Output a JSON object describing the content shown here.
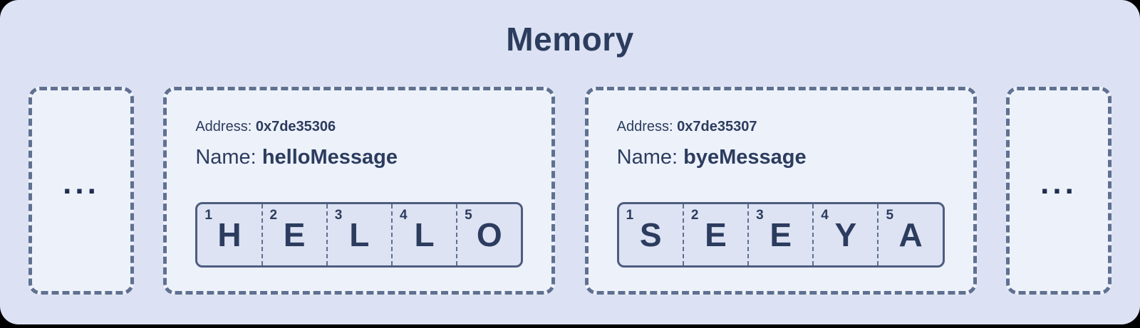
{
  "title": "Memory",
  "ellipsis": {
    "left": "...",
    "right": "..."
  },
  "blocks": [
    {
      "address_label": "Address:",
      "address_value": "0x7de35306",
      "name_label": "Name:",
      "name_value": "helloMessage",
      "cells": [
        {
          "index": "1",
          "char": "H"
        },
        {
          "index": "2",
          "char": "E"
        },
        {
          "index": "3",
          "char": "L"
        },
        {
          "index": "4",
          "char": "L"
        },
        {
          "index": "5",
          "char": "O"
        }
      ]
    },
    {
      "address_label": "Address:",
      "address_value": "0x7de35307",
      "name_label": "Name:",
      "name_value": "byeMessage",
      "cells": [
        {
          "index": "1",
          "char": "S"
        },
        {
          "index": "2",
          "char": "E"
        },
        {
          "index": "3",
          "char": "E"
        },
        {
          "index": "4",
          "char": "Y"
        },
        {
          "index": "5",
          "char": "A"
        }
      ]
    }
  ],
  "colors": {
    "page_background": "#000000",
    "canvas_background": "#dce2f3",
    "panel_background": "#edf1fa",
    "cell_fill": "#dde3f3",
    "dashed_border": "#5f7090",
    "array_border": "#4e5c80",
    "text_navy": "#2c3c5e"
  }
}
